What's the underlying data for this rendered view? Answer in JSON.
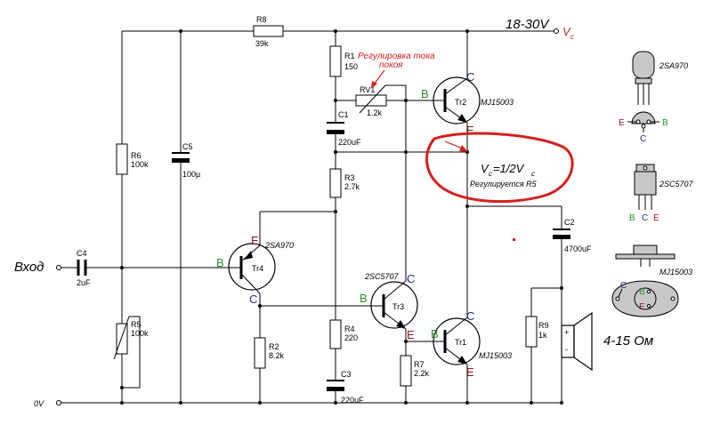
{
  "title": "",
  "colors": {
    "wire": "#000000",
    "pin_b": "#2e8b2e",
    "pin_c": "#1f2f86",
    "pin_e": "#8b1a1a",
    "accent_red": "#d42020",
    "body_grey": "#c8c8c8"
  },
  "supply": {
    "voltage": "18-30V",
    "vcc_symbol": "V",
    "vcc_sub": "c",
    "ground": "0V"
  },
  "input": {
    "label": "Вход"
  },
  "output": {
    "load": "4-15 Ом",
    "plus": "+",
    "minus": "-"
  },
  "resistors": {
    "R1": {
      "name": "R1",
      "value": "150"
    },
    "R2": {
      "name": "R2",
      "value": "8.2k"
    },
    "R3": {
      "name": "R3",
      "value": "2.7k"
    },
    "R4": {
      "name": "R4",
      "value": "220"
    },
    "R5": {
      "name": "R5",
      "value": "100k"
    },
    "R6": {
      "name": "R6",
      "value": "100k"
    },
    "R7": {
      "name": "R7",
      "value": "2.2k"
    },
    "R8": {
      "name": "R8",
      "value": "39k"
    },
    "R9": {
      "name": "R9",
      "value": "1k"
    },
    "RV1": {
      "name": "RV1",
      "value": "1.2k"
    }
  },
  "capacitors": {
    "C1": {
      "name": "C1",
      "value": "220uF"
    },
    "C2": {
      "name": "C2",
      "value": "4700uF"
    },
    "C3": {
      "name": "C3",
      "value": "220uF"
    },
    "C4": {
      "name": "C4",
      "value": "2uF"
    },
    "C5": {
      "name": "C5",
      "value": "100µ"
    }
  },
  "transistors": {
    "Tr1": {
      "name": "Tr1",
      "model": "MJ15003"
    },
    "Tr2": {
      "name": "Tr2",
      "model": "MJ15003"
    },
    "Tr3": {
      "name": "Tr3",
      "model": "2SC5707"
    },
    "Tr4": {
      "name": "Tr4",
      "model": "2SA970"
    }
  },
  "pins": {
    "b": "B",
    "c": "C",
    "e": "E"
  },
  "annotations": {
    "bias_line1": "Регулировка тока",
    "bias_line2": "покоя",
    "vmid_prefix": "V",
    "vmid_sub": "c",
    "vmid_eq": "=1/2V",
    "vmid_eq_sub": "c",
    "vmid_note": "Регулируется R5"
  },
  "packages": {
    "to92": "2SA970",
    "to220": "2SC5707",
    "to3": "MJ15003"
  }
}
